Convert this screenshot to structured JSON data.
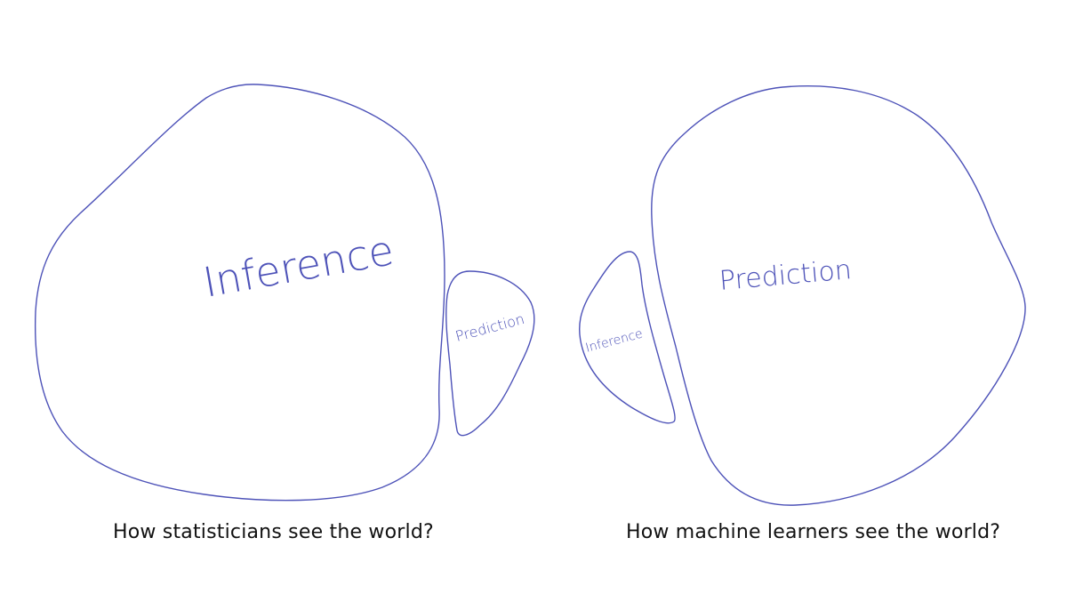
{
  "colors": {
    "ink": "#4d52b8",
    "caption": "#111111",
    "background": "#ffffff"
  },
  "left_diagram": {
    "big_label": "Inference",
    "small_label": "Prediction",
    "caption": "How statisticians see the world?"
  },
  "right_diagram": {
    "big_label": "Prediction",
    "small_label": "Inference",
    "caption": "How machine learners see the world?"
  }
}
